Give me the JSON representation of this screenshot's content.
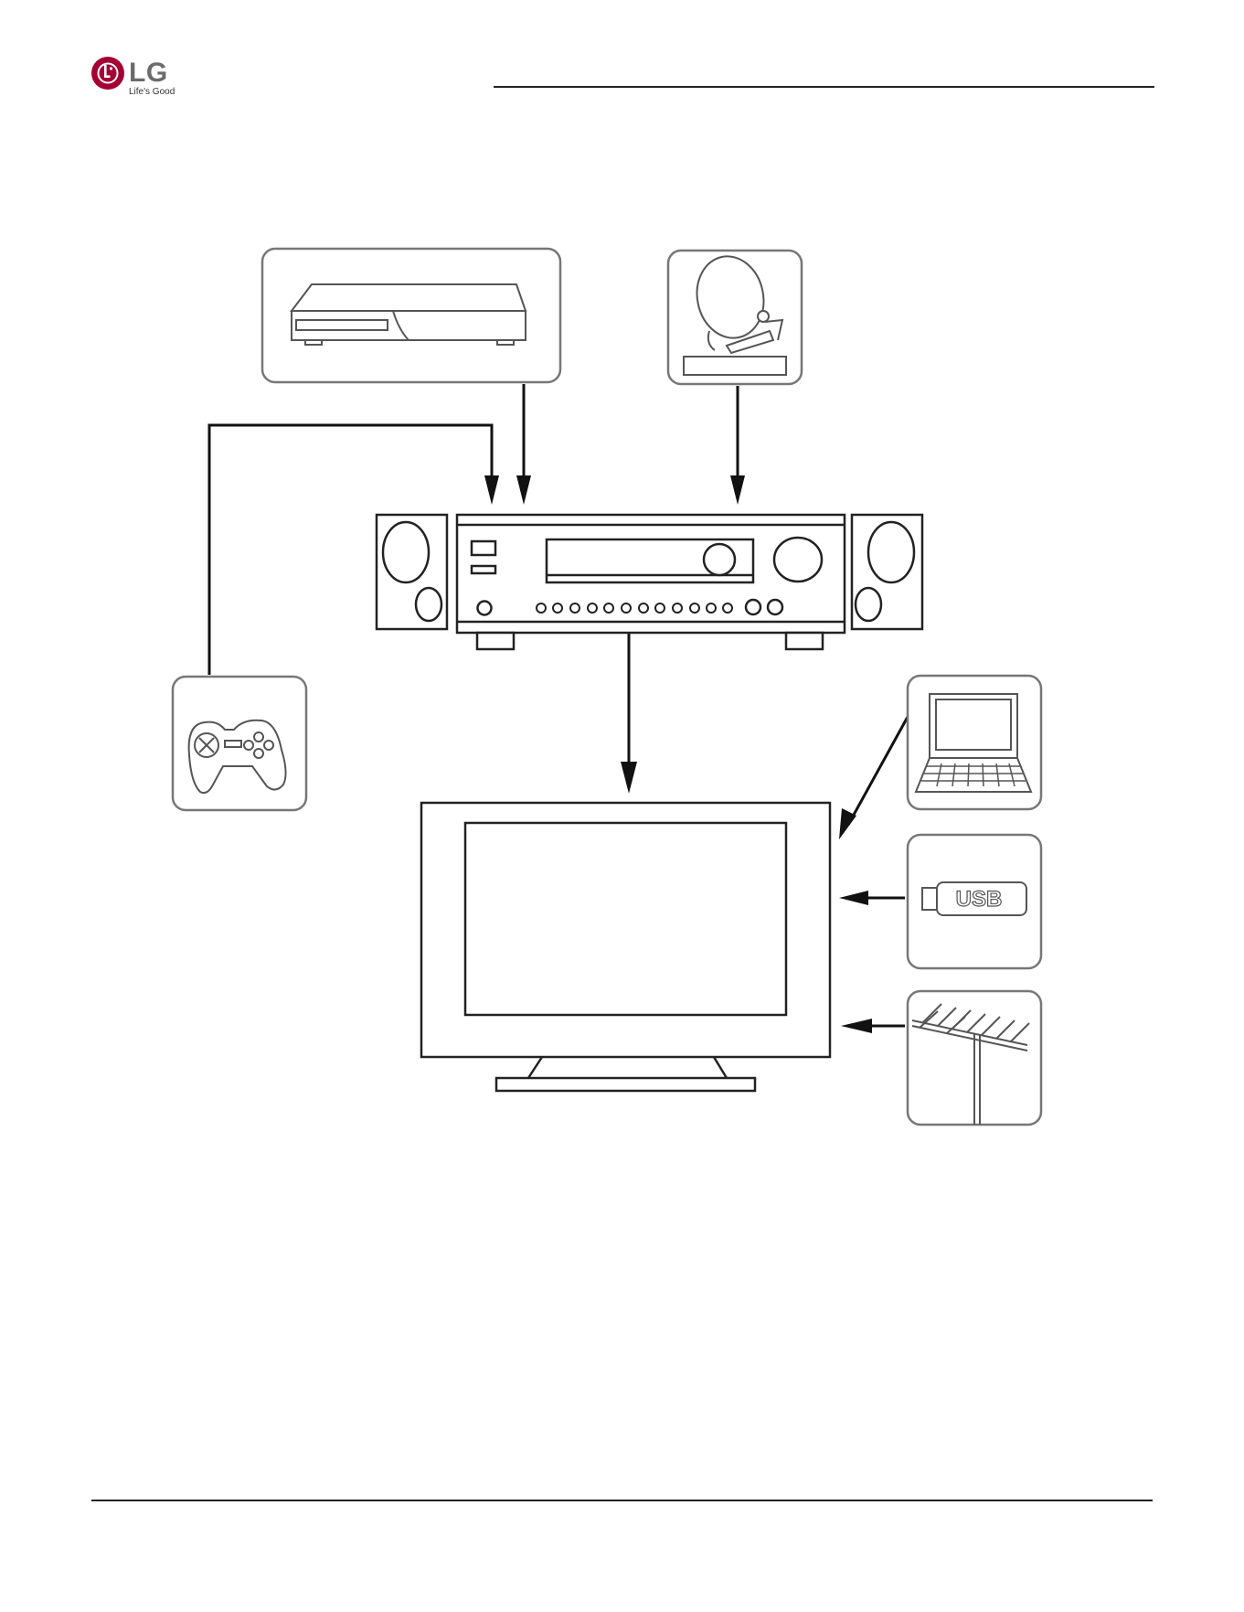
{
  "brand": {
    "name": "LG",
    "tagline": "Life's Good",
    "color": "#a50034"
  },
  "devices": {
    "bluray_player": {
      "icon": "bluray-player-icon"
    },
    "satellite_dish": {
      "icon": "satellite-dish-icon"
    },
    "av_receiver": {
      "icon": "av-receiver-icon"
    },
    "speakers": {
      "icon": "speaker-icon"
    },
    "game_console": {
      "icon": "gamepad-icon"
    },
    "television": {
      "icon": "tv-icon"
    },
    "laptop": {
      "icon": "laptop-icon"
    },
    "usb_drive": {
      "icon": "usb-drive-icon",
      "label": "USB"
    },
    "antenna": {
      "icon": "antenna-icon"
    }
  },
  "connections": [
    {
      "from": "game_console",
      "to": "av_receiver"
    },
    {
      "from": "bluray_player",
      "to": "av_receiver"
    },
    {
      "from": "satellite_dish",
      "to": "av_receiver"
    },
    {
      "from": "av_receiver",
      "to": "television"
    },
    {
      "from": "laptop",
      "to": "television"
    },
    {
      "from": "usb_drive",
      "to": "television"
    },
    {
      "from": "antenna",
      "to": "television"
    }
  ],
  "colors": {
    "line": "#111111",
    "frame": "#777777"
  }
}
